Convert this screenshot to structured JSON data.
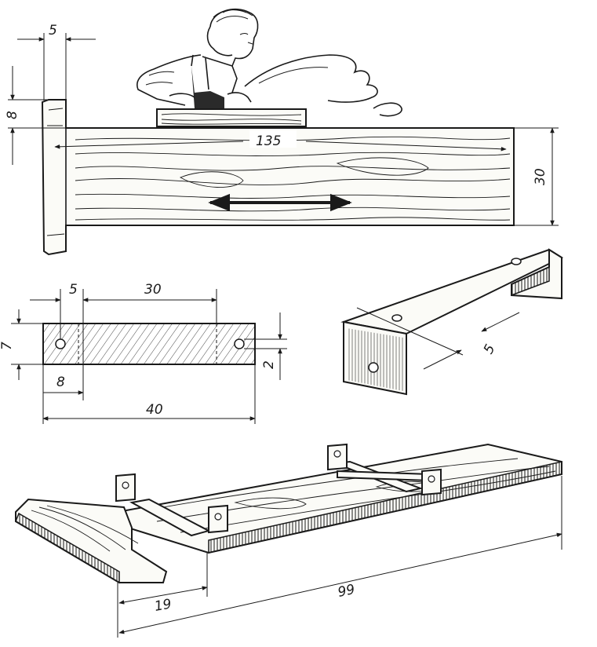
{
  "dimensions": {
    "board_top_5": "5",
    "board_left_8": "8",
    "board_length": "135",
    "board_height": "30",
    "plate_hole_offset": "5",
    "plate_hole_spacing": "30",
    "plate_width": "7",
    "plate_left_8": "8",
    "plate_length": "40",
    "plate_hole_dia": "2",
    "bracket_width": "5",
    "shelf_offset": "19",
    "shelf_length": "99"
  },
  "colors": {
    "ink": "#1a1a1a",
    "paper": "#ffffff"
  }
}
